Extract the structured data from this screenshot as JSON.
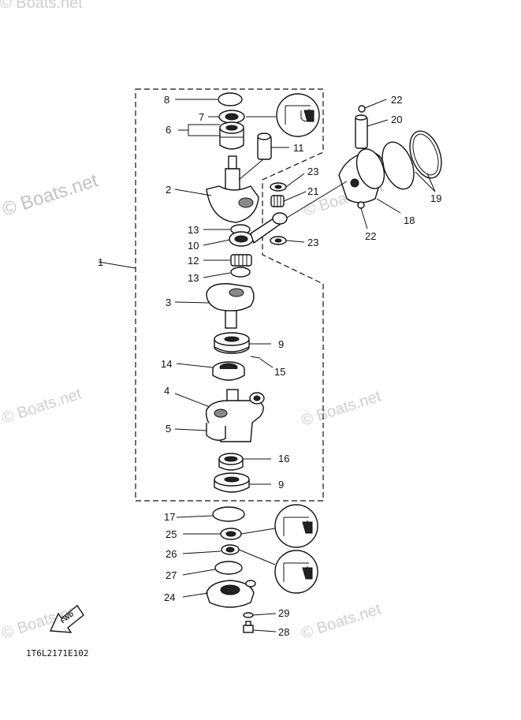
{
  "diagram": {
    "code": "1T6L2171E102",
    "fwd_label": "FWD",
    "watermark": "© Boats.net",
    "callouts": {
      "c1": "1",
      "c2": "2",
      "c3": "3",
      "c4": "4",
      "c5": "5",
      "c6": "6",
      "c7": "7",
      "c8": "8",
      "c9a": "9",
      "c9b": "9",
      "c10": "10",
      "c11": "11",
      "c12": "12",
      "c13a": "13",
      "c13b": "13",
      "c14": "14",
      "c15": "15",
      "c16": "16",
      "c17": "17",
      "c18": "18",
      "c19": "19",
      "c20": "20",
      "c21": "21",
      "c22a": "22",
      "c22b": "22",
      "c23a": "23",
      "c23b": "23",
      "c24": "24",
      "c25": "25",
      "c26": "26",
      "c27": "27",
      "c28": "28",
      "c29": "29"
    }
  }
}
